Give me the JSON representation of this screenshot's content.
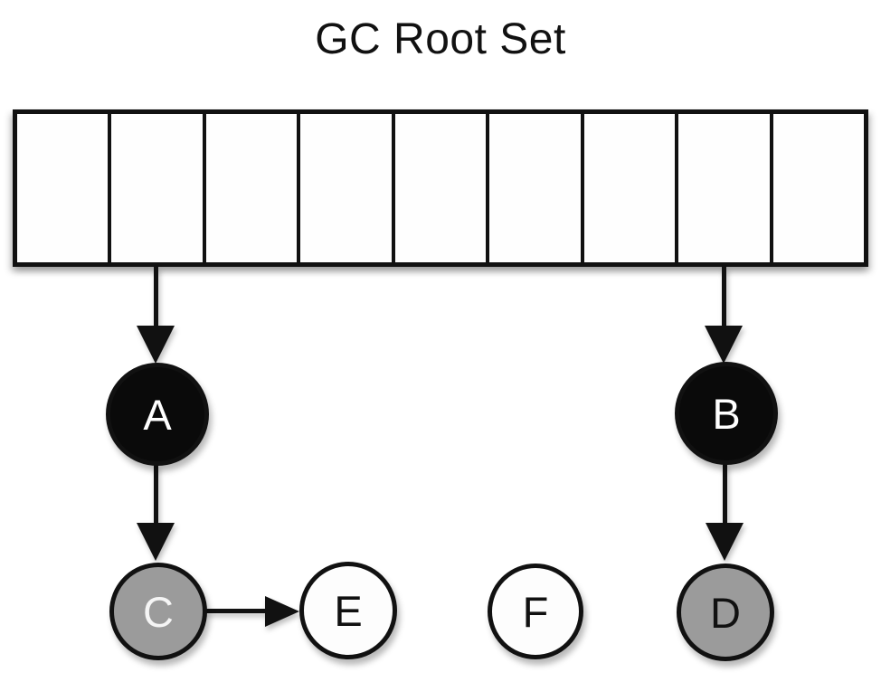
{
  "title": "GC Root Set",
  "colors": {
    "background": "#ffffff",
    "stroke": "#111111",
    "black_node_fill": "#0a0a0a",
    "gray_node_fill": "#9b9b9b",
    "white_node_fill": "#fdfdfd",
    "white_text": "#ffffff",
    "black_text": "#111111"
  },
  "root_array": {
    "cell_count": 9,
    "referencing_cells": [
      2,
      8
    ]
  },
  "nodes": [
    {
      "id": "A",
      "label": "A",
      "fill": "#0a0a0a",
      "text_color": "#ffffff",
      "state": "black"
    },
    {
      "id": "B",
      "label": "B",
      "fill": "#0a0a0a",
      "text_color": "#ffffff",
      "state": "black"
    },
    {
      "id": "C",
      "label": "C",
      "fill": "#9b9b9b",
      "text_color": "#f5f5f5",
      "state": "gray"
    },
    {
      "id": "D",
      "label": "D",
      "fill": "#9b9b9b",
      "text_color": "#111111",
      "state": "gray"
    },
    {
      "id": "E",
      "label": "E",
      "fill": "#fdfdfd",
      "text_color": "#111111",
      "state": "white"
    },
    {
      "id": "F",
      "label": "F",
      "fill": "#fdfdfd",
      "text_color": "#111111",
      "state": "white"
    }
  ],
  "edges": [
    {
      "from": "root-cell-2",
      "to": "A"
    },
    {
      "from": "root-cell-8",
      "to": "B"
    },
    {
      "from": "A",
      "to": "C"
    },
    {
      "from": "B",
      "to": "D"
    },
    {
      "from": "C",
      "to": "E"
    }
  ]
}
